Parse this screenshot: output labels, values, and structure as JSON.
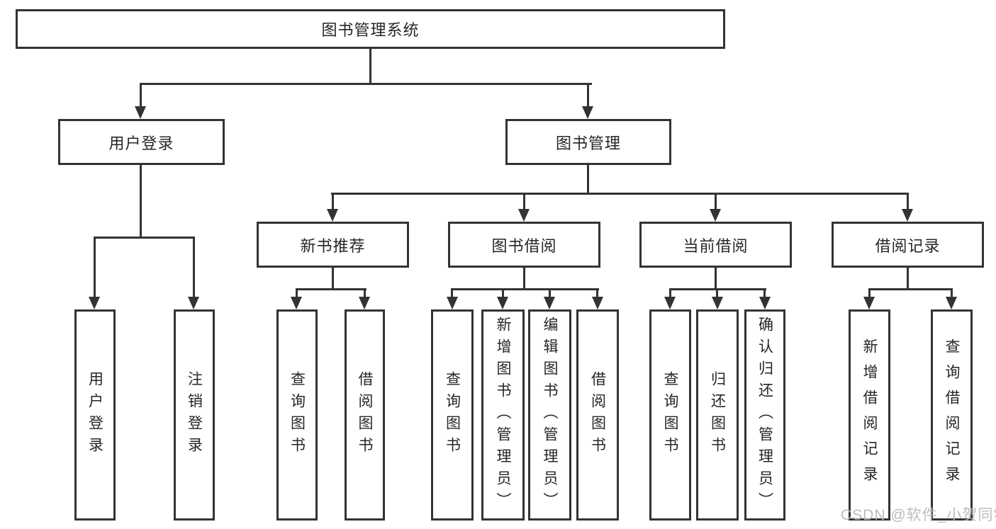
{
  "colors": {
    "line": "#333333",
    "text": "#262626",
    "background": "#ffffff",
    "watermark": "#b5b5b5"
  },
  "watermark": {
    "text": "CSDN @软件_小贺同学"
  },
  "tree": {
    "label": "图书管理系统",
    "children": [
      {
        "label": "用户登录",
        "children": [
          {
            "label": "用户登录"
          },
          {
            "label": "注销登录"
          }
        ]
      },
      {
        "label": "图书管理",
        "children": [
          {
            "label": "新书推荐",
            "children": [
              {
                "label": "查询图书"
              },
              {
                "label": "借阅图书"
              }
            ]
          },
          {
            "label": "图书借阅",
            "children": [
              {
                "label": "查询图书"
              },
              {
                "label": "新增图书（管理员）"
              },
              {
                "label": "编辑图书（管理员）"
              },
              {
                "label": "借阅图书"
              }
            ]
          },
          {
            "label": "当前借阅",
            "children": [
              {
                "label": "查询图书"
              },
              {
                "label": "归还图书"
              },
              {
                "label": "确认归还（管理员）"
              }
            ]
          },
          {
            "label": "借阅记录",
            "children": [
              {
                "label": "新增借阅记录"
              },
              {
                "label": "查询借阅记录"
              }
            ]
          }
        ]
      }
    ]
  }
}
